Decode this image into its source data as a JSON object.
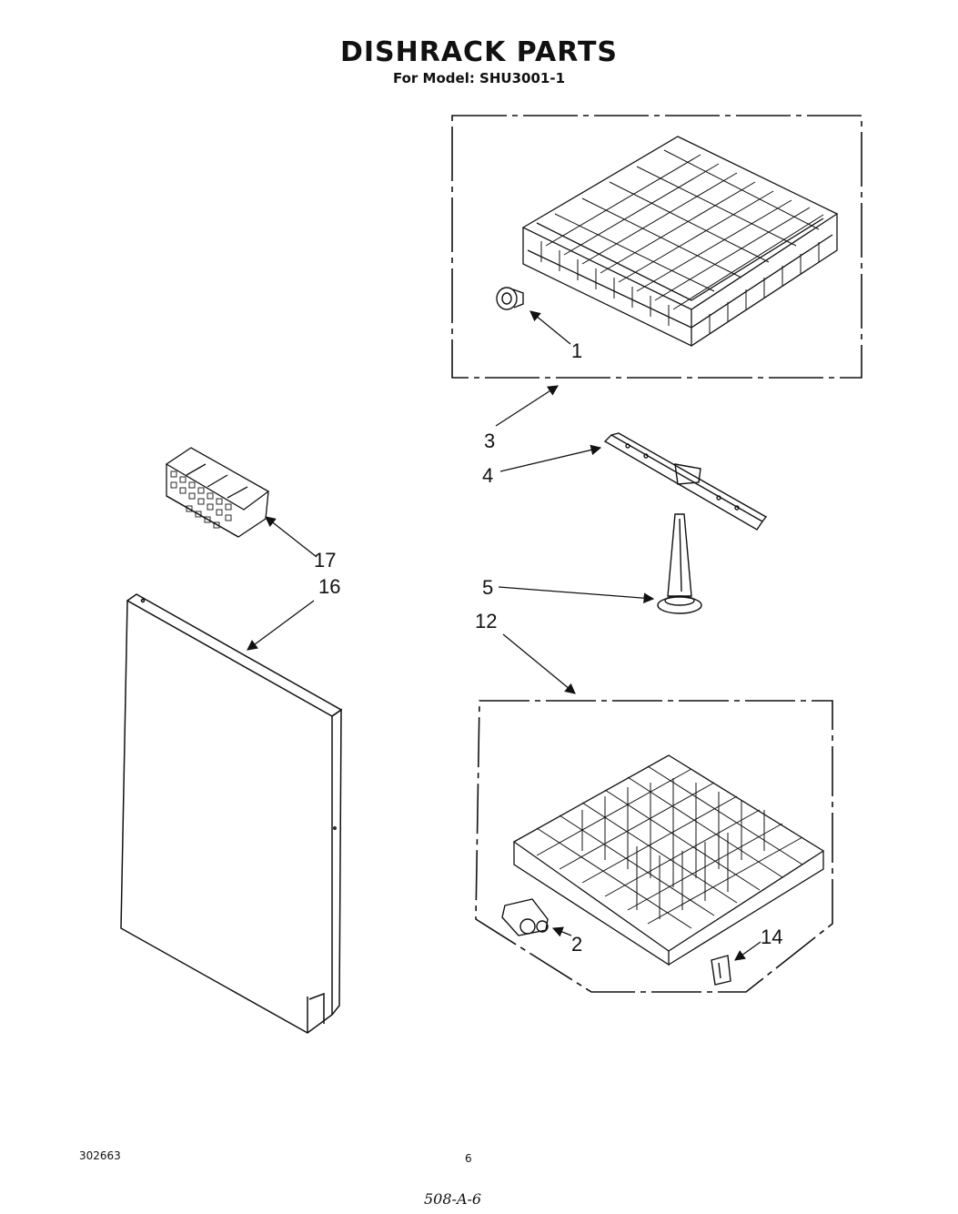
{
  "header": {
    "title": "DISHRACK PARTS",
    "subtitle": "For Model: SHU3001-1"
  },
  "callouts": {
    "c1": "1",
    "c2": "2",
    "c3": "3",
    "c4": "4",
    "c5": "5",
    "c12": "12",
    "c14": "14",
    "c16": "16",
    "c17": "17"
  },
  "footer": {
    "doc_number": "302663",
    "page_number": "6",
    "handwritten_note": "508-A-6"
  }
}
